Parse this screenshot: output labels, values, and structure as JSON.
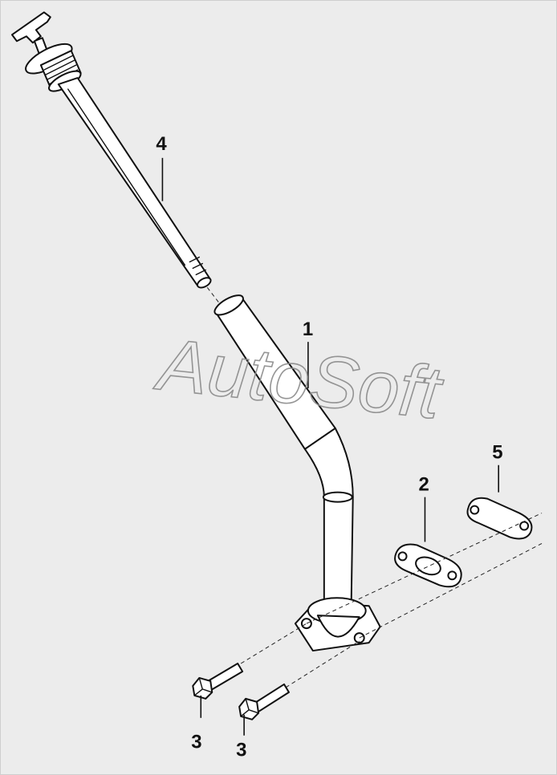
{
  "watermark": "AutoSoft",
  "callouts": {
    "part1": "1",
    "part2": "2",
    "part3a": "3",
    "part3b": "3",
    "part4": "4",
    "part5": "5"
  },
  "colors": {
    "background": "#ececec",
    "line": "#111111",
    "watermark": "#8a8a8a"
  }
}
